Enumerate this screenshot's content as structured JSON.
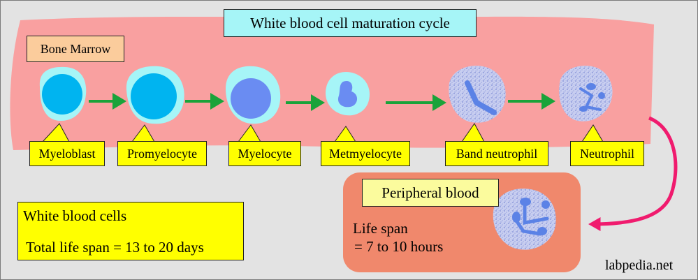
{
  "title": "White blood cell maturation cycle",
  "region_label": "Bone Marrow",
  "stages": [
    {
      "label": "Myeloblast"
    },
    {
      "label": "Promyelocyte"
    },
    {
      "label": "Myelocyte"
    },
    {
      "label": "Metmyelocyte"
    },
    {
      "label": "Band neutrophil"
    },
    {
      "label": "Neutrophil"
    }
  ],
  "peripheral": {
    "title": "Peripheral blood",
    "life_span_line1": "Life span",
    "life_span_line2": "= 7 to 10 hours"
  },
  "summary": {
    "line1": "White blood cells",
    "line2": "Total life span = 13 to 20 days"
  },
  "credit": "labpedia.net",
  "colors": {
    "background": "#e3e3e3",
    "marrow": "#f9a0a0",
    "cytoplasm": "#a6f5f7",
    "nucleus_early": "#00b4f0",
    "nucleus_late": "#6a8cf2",
    "mature_cell": "#c8cef0",
    "mature_nucleus": "#5b82e6",
    "arrow": "#1aa33a",
    "curve_arrow": "#f01b6e",
    "label_fill": "#ffff00",
    "peripheral_fill": "#f0886c"
  }
}
